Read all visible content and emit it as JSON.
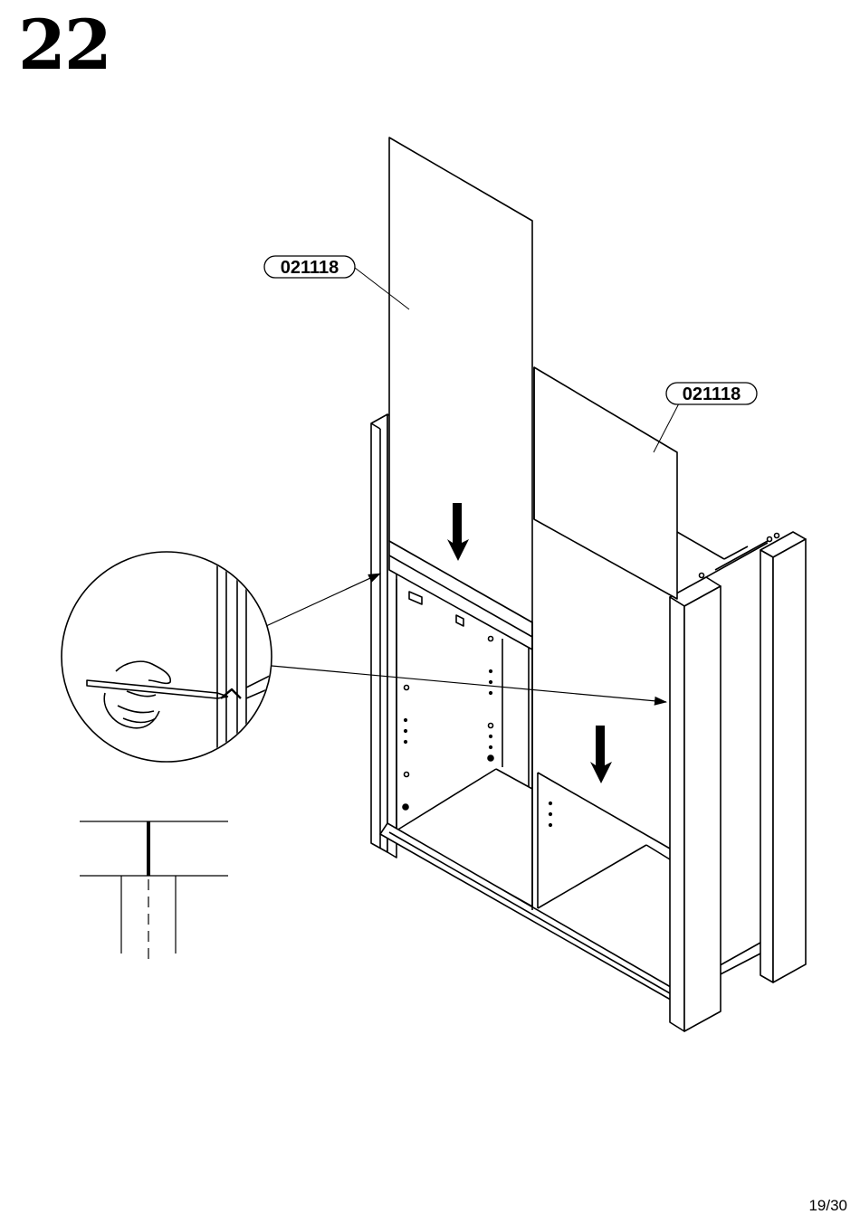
{
  "step": {
    "number": "22"
  },
  "parts": [
    {
      "code": "021118"
    },
    {
      "code": "021118"
    }
  ],
  "footer": {
    "page": "19/30"
  }
}
